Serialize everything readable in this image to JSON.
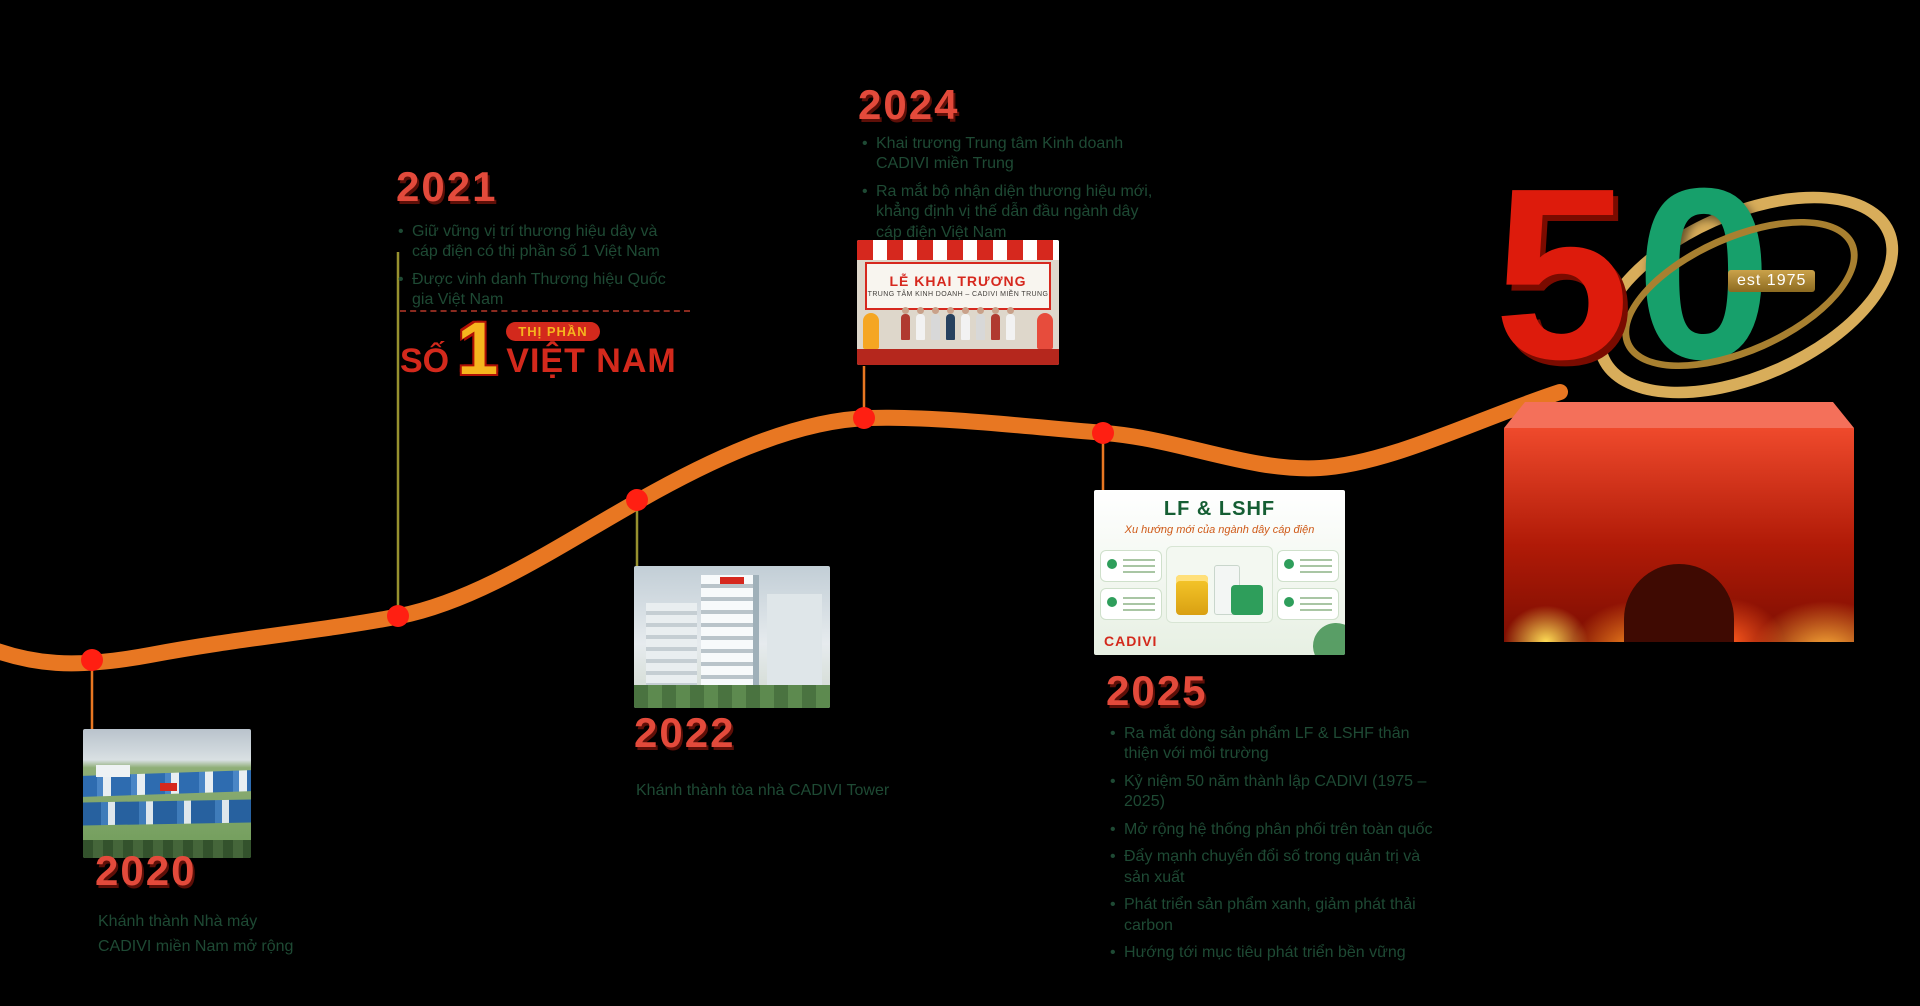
{
  "canvas": {
    "background": "#000000"
  },
  "colors": {
    "timeline_orange": "#E87722",
    "dot_red": "#FF1F12",
    "year_red": "#E34A3B",
    "body_green": "#1E4A34",
    "badge_red": "#D3291C",
    "badge_gold": "#F6B51E",
    "anniversary_green": "#17A06B",
    "anniversary_gold": "#D8AD5A"
  },
  "milestones": {
    "m2020": {
      "year": "2020",
      "lines": [
        "Khánh thành Nhà máy",
        "CADIVI miền Nam mở rộng"
      ]
    },
    "m2021": {
      "year": "2021",
      "bullets": [
        "Giữ vững vị trí thương hiệu dây và cáp điện có thị phần số 1 Việt Nam",
        "Được vinh danh Thương hiệu Quốc gia Việt Nam"
      ],
      "badge": {
        "so": "SỐ",
        "one": "1",
        "thi_phan": "THỊ PHẦN",
        "viet_nam": "VIỆT NAM"
      }
    },
    "m2022": {
      "year": "2022",
      "caption": "Khánh thành tòa nhà CADIVI Tower"
    },
    "m2024": {
      "year": "2024",
      "bullets": [
        "Khai trương Trung tâm Kinh doanh CADIVI miền Trung",
        "Ra mắt bộ nhận diện thương hiệu mới, khẳng định vị thế dẫn đầu ngành dây cáp điện Việt Nam"
      ],
      "photo": {
        "title": "LỄ KHAI TRƯƠNG",
        "subtitle": "TRUNG TÂM KINH DOANH – CADIVI MIỀN TRUNG"
      }
    },
    "m2025": {
      "year": "2025",
      "bullets": [
        "Ra mắt dòng sản phẩm LF & LSHF thân thiện với môi trường",
        "Kỷ niệm 50 năm thành lập CADIVI (1975 – 2025)",
        "Mở rộng hệ thống phân phối trên toàn quốc",
        "Đẩy mạnh chuyển đổi số trong quản trị và sản xuất",
        "Phát triển sản phẩm xanh, giảm phát thải carbon",
        "Hướng tới mục tiêu phát triển bền vững"
      ],
      "poster": {
        "title": "LF & LSHF",
        "subtitle": "Xu hướng mới của ngành dây cáp điện",
        "brand": "CADIVI"
      }
    }
  },
  "anniversary": {
    "five": "5",
    "zero": "0",
    "est": "est 1975"
  }
}
